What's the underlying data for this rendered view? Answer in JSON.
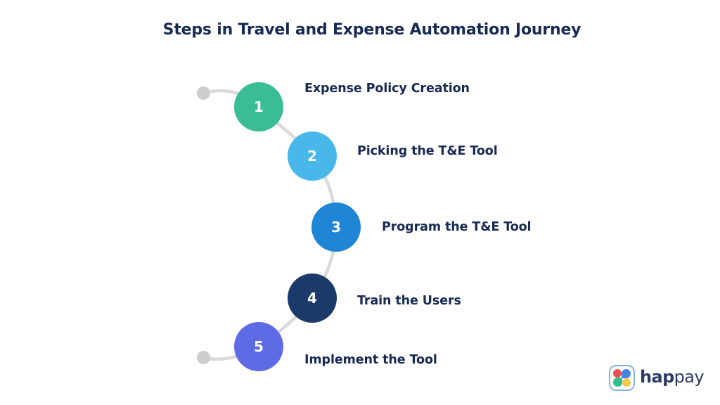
{
  "title": "Steps in Travel and Expense Automation Journey",
  "steps": [
    {
      "number": "1",
      "label": "Expense Policy Creation",
      "color": "#3ABD95"
    },
    {
      "number": "2",
      "label": "Picking the T&E Tool",
      "color": "#47B8E9"
    },
    {
      "number": "3",
      "label": "Program the T&E Tool",
      "color": "#1F86D6"
    },
    {
      "number": "4",
      "label": "Train the Users",
      "color": "#1B3A69"
    },
    {
      "number": "5",
      "label": "Implement the Tool",
      "color": "#5F6BE4"
    }
  ],
  "connector": {
    "line_color": "#D9D9D9",
    "dot_color": "#CDCDCD"
  },
  "text_color": "#172A54",
  "background": "#FFFFFF",
  "brand": {
    "name_bold": "hap",
    "name_light": "pay",
    "text_color": "#2C3A64",
    "icon": {
      "border_color": "#85B2EA",
      "petal_colors": {
        "red": "#EA5050",
        "blue": "#4484E4",
        "green": "#35BD8D",
        "yellow": "#F7C948"
      }
    }
  }
}
